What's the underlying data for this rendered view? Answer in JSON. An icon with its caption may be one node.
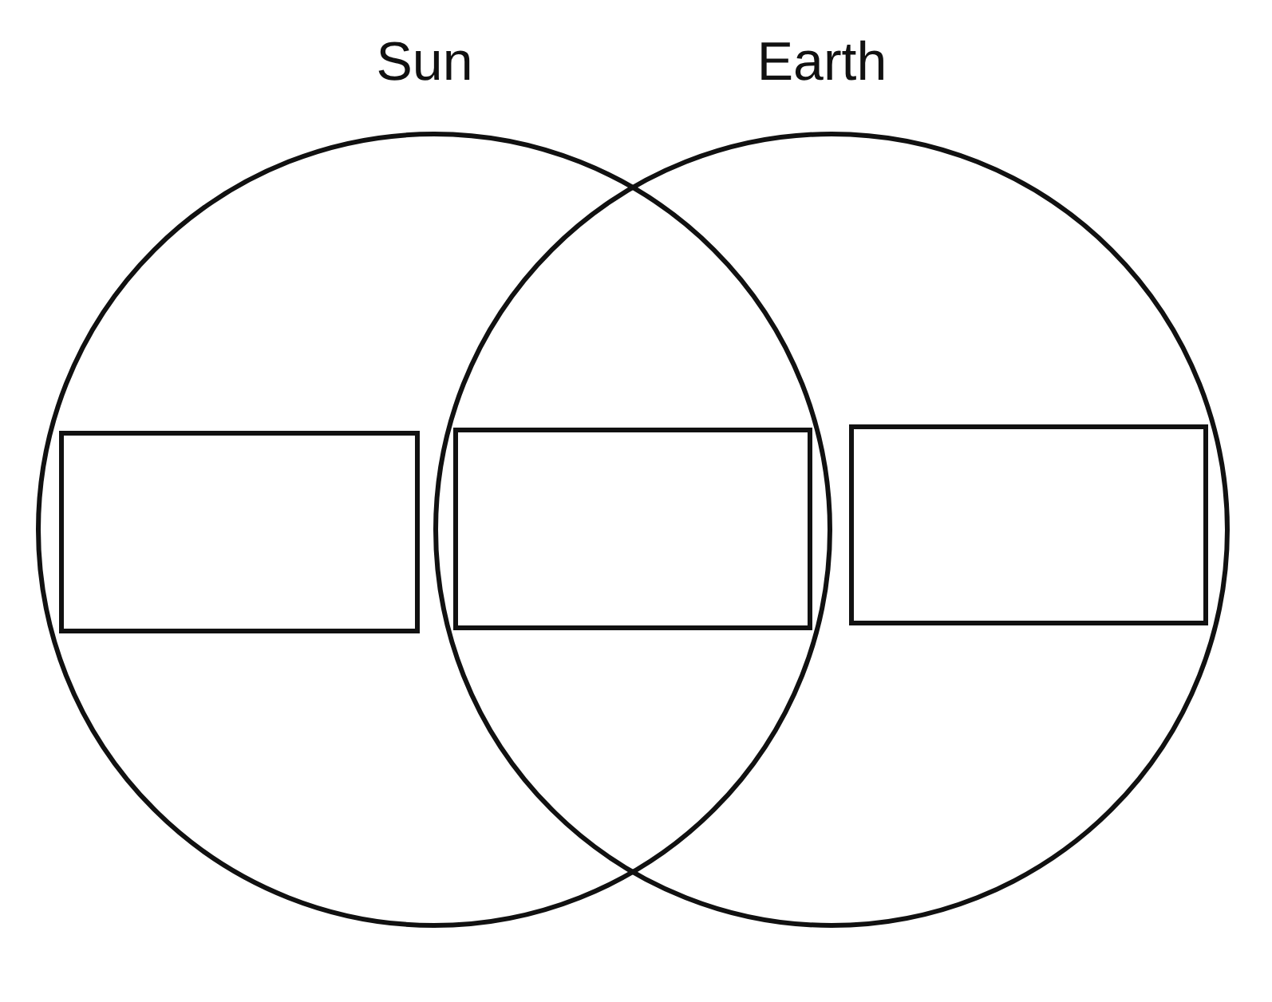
{
  "diagram": {
    "nodes": [
      {
        "text": [
          "Sun"
        ]
      },
      {
        "text": [
          "Earth"
        ]
      },
      {
        "text": [],
        "shape": "box",
        "in": 0
      },
      {
        "text": [],
        "shape": "box"
      },
      {
        "text": [],
        "shape": "box",
        "in": 1
      }
    ],
    "edges": []
  }
}
